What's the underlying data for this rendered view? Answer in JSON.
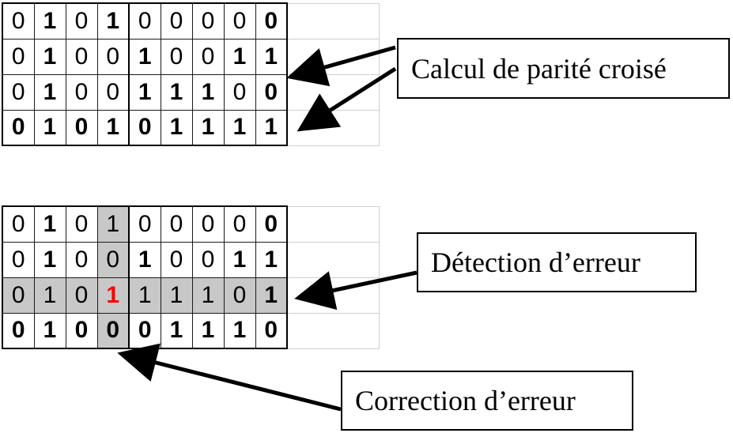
{
  "top_grid": {
    "rows": [
      [
        "0",
        "1",
        "0",
        "1",
        "0",
        "0",
        "0",
        "0",
        "0"
      ],
      [
        "0",
        "1",
        "0",
        "0",
        "1",
        "0",
        "0",
        "1",
        "1"
      ],
      [
        "0",
        "1",
        "0",
        "0",
        "1",
        "1",
        "1",
        "0",
        "0"
      ],
      [
        "0",
        "1",
        "0",
        "1",
        "0",
        "1",
        "1",
        "1",
        "1"
      ]
    ]
  },
  "bottom_grid": {
    "rows": [
      [
        "0",
        "1",
        "0",
        "1",
        "0",
        "0",
        "0",
        "0",
        "0"
      ],
      [
        "0",
        "1",
        "0",
        "0",
        "1",
        "0",
        "0",
        "1",
        "1"
      ],
      [
        "0",
        "1",
        "0",
        "1",
        "1",
        "1",
        "1",
        "0",
        "1"
      ],
      [
        "0",
        "1",
        "0",
        "0",
        "0",
        "1",
        "1",
        "1",
        "0"
      ]
    ],
    "highlight_row": 2,
    "highlight_col": 3,
    "error_cell": {
      "row": 2,
      "col": 3
    },
    "error_color": "#ff0000",
    "highlight_color": "#c8c8c8"
  },
  "labels": {
    "parity": "Calcul de parité croisé",
    "detection": "Détection d’erreur",
    "correction": "Correction d’erreur"
  }
}
